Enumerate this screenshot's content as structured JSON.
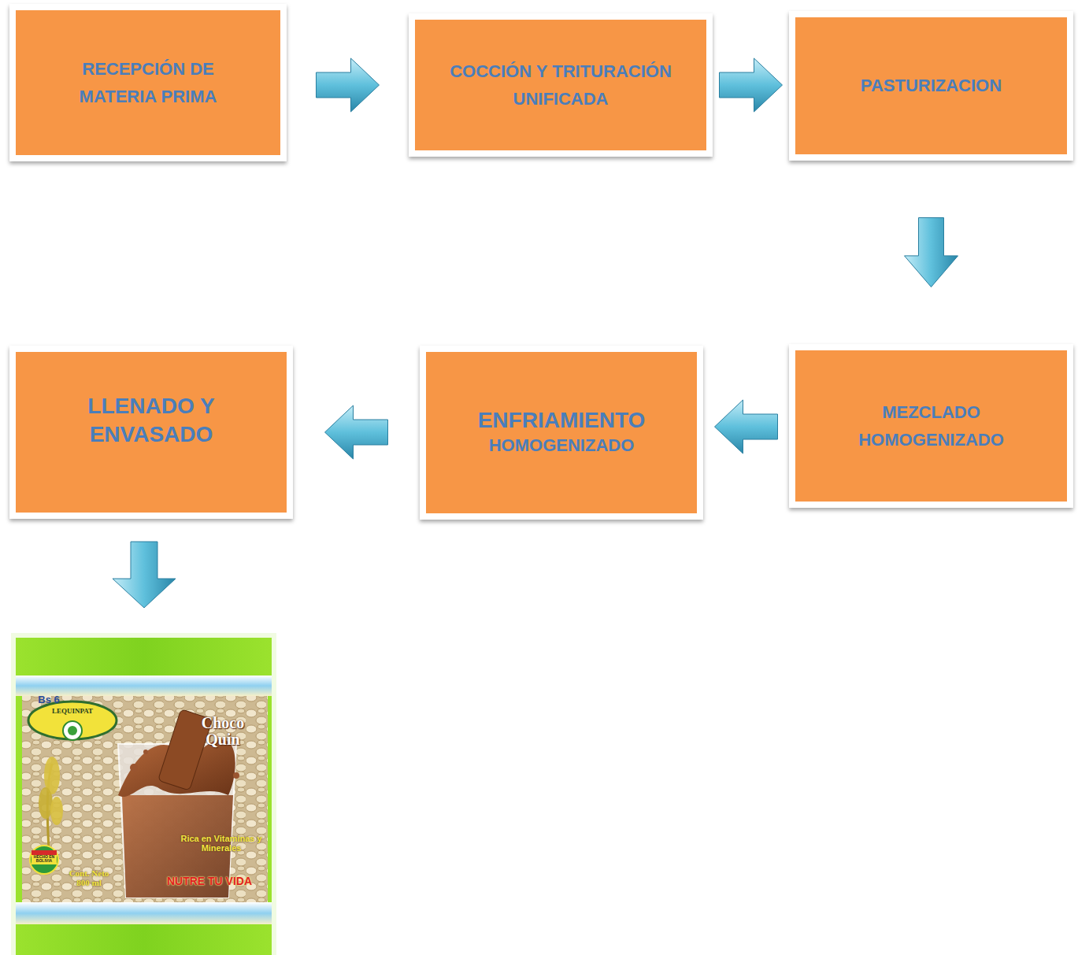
{
  "diagram": {
    "nodes": [
      {
        "text": [
          "RECEPCIÓN DE MATERIA PRIMA"
        ]
      },
      {
        "text": [
          "COCCIÓN Y TRITURACIÓN UNIFICADA"
        ]
      },
      {
        "text": [
          "PASTURIZACION"
        ]
      },
      {
        "text": [
          "MEZCLADO HOMOGENIZADO"
        ]
      },
      {
        "text": [
          "ENFRIAMIENTO",
          "HOMOGENIZADO"
        ]
      },
      {
        "text": [
          "LLENADO Y ENVASADO"
        ]
      }
    ],
    "edges": [
      {
        "from": 0,
        "to": 1,
        "arrow": "to"
      },
      {
        "from": 1,
        "to": 2,
        "arrow": "to"
      },
      {
        "from": 2,
        "to": 3,
        "arrow": "to"
      },
      {
        "from": 3,
        "to": 4,
        "arrow": "to"
      },
      {
        "from": 4,
        "to": 5,
        "arrow": "to"
      }
    ],
    "labels": [
      "Bs 6",
      "LEQUINPAT",
      "Choco Quin",
      "Rica en Vitaminas y Minerales",
      "NUTRE TU VIDA",
      "HECHO EN BOLIVIA",
      "Cont. Neto 800 ml"
    ]
  }
}
